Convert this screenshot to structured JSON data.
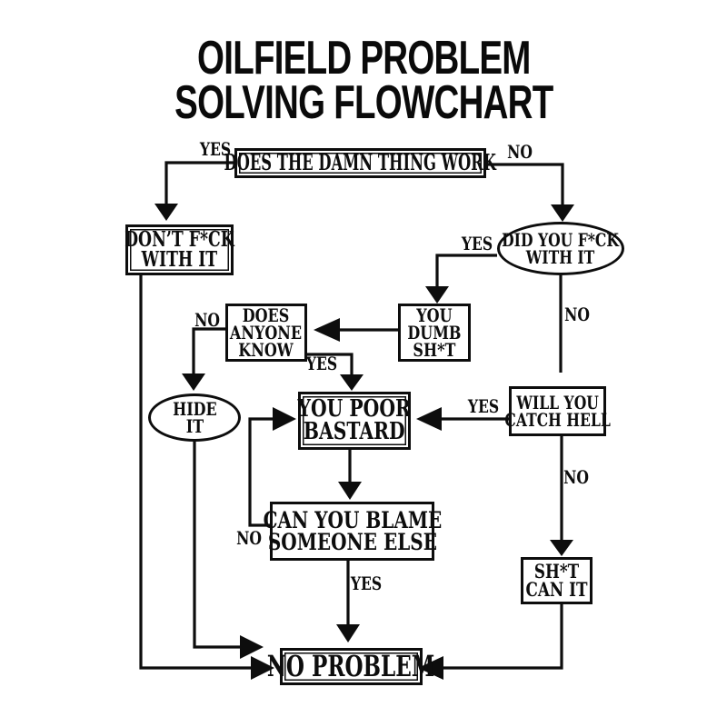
{
  "title": "OILFIELD PROBLEM\nSOLVING FLOWCHART",
  "colors": {
    "ink": "#0d0d0d",
    "background": "#ffffff"
  },
  "diagram_type": "flowchart",
  "nodes": {
    "work": {
      "label": "DOES THE DAMN THING WORK",
      "shape": "rect-double-border"
    },
    "dont": {
      "label": "DON’T F*CK\nWITH IT",
      "shape": "rect-double-border"
    },
    "didyou": {
      "label": "DID YOU F*CK\nWITH IT",
      "shape": "ellipse"
    },
    "dumb": {
      "label": "YOU\nDUMB\nSH*T",
      "shape": "rect"
    },
    "anyone": {
      "label": "DOES\nANYONE\nKNOW",
      "shape": "rect"
    },
    "hide": {
      "label": "HIDE\nIT",
      "shape": "ellipse"
    },
    "poor": {
      "label": "YOU POOR\nBASTARD",
      "shape": "rect-double-border"
    },
    "hell": {
      "label": "WILL YOU\nCATCH HELL",
      "shape": "rect"
    },
    "blame": {
      "label": "CAN YOU BLAME\nSOMEONE ELSE",
      "shape": "rect"
    },
    "can": {
      "label": "SH*T\nCAN IT",
      "shape": "rect"
    },
    "noproblem": {
      "label": "NO PROBLEM",
      "shape": "rect-double-border"
    }
  },
  "edges": [
    {
      "from": "work",
      "to": "dont",
      "label": "YES"
    },
    {
      "from": "work",
      "to": "didyou",
      "label": "NO"
    },
    {
      "from": "didyou",
      "to": "dumb",
      "label": "YES"
    },
    {
      "from": "didyou",
      "to": "hell",
      "label": "NO"
    },
    {
      "from": "dumb",
      "to": "anyone",
      "label": ""
    },
    {
      "from": "anyone",
      "to": "hide",
      "label": "NO"
    },
    {
      "from": "anyone",
      "to": "poor",
      "label": "YES"
    },
    {
      "from": "hell",
      "to": "poor",
      "label": "YES"
    },
    {
      "from": "hell",
      "to": "can",
      "label": "NO"
    },
    {
      "from": "poor",
      "to": "blame",
      "label": ""
    },
    {
      "from": "blame",
      "to": "poor",
      "label": "NO"
    },
    {
      "from": "blame",
      "to": "noproblem",
      "label": "YES"
    },
    {
      "from": "hide",
      "to": "noproblem",
      "label": ""
    },
    {
      "from": "dont",
      "to": "noproblem",
      "label": ""
    },
    {
      "from": "can",
      "to": "noproblem",
      "label": ""
    }
  ]
}
